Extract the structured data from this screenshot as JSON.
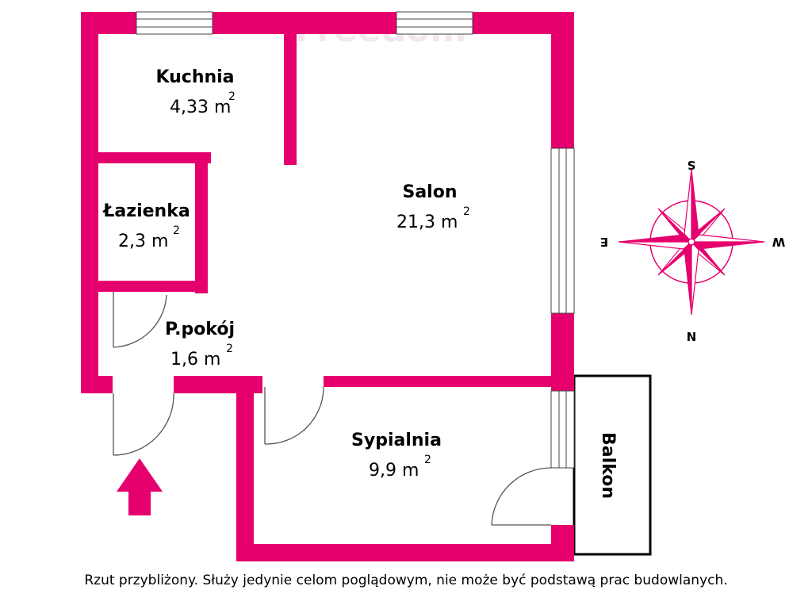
{
  "watermark": "Freedom",
  "colors": {
    "wall": "#e6006e",
    "line": "#000000",
    "compass": "#e6006e"
  },
  "area_unit": "m",
  "area_unit_sup": "2",
  "rooms": [
    {
      "name": "Kuchnia",
      "area": "4,33"
    },
    {
      "name": "Łazienka",
      "area": "2,3"
    },
    {
      "name": "Salon",
      "area": "21,3"
    },
    {
      "name": "P.pokój",
      "area": "1,6"
    },
    {
      "name": "Sypialnia",
      "area": "9,9"
    }
  ],
  "balcony_label": "Balkon",
  "compass": {
    "top": "S",
    "bottom": "N",
    "left": "E",
    "right": "W"
  },
  "entrance_icon": "entrance-arrow-icon",
  "disclaimer": "Rzut przybliżony. Służy jedynie celom poglądowym, nie może być podstawą prac budowlanych."
}
